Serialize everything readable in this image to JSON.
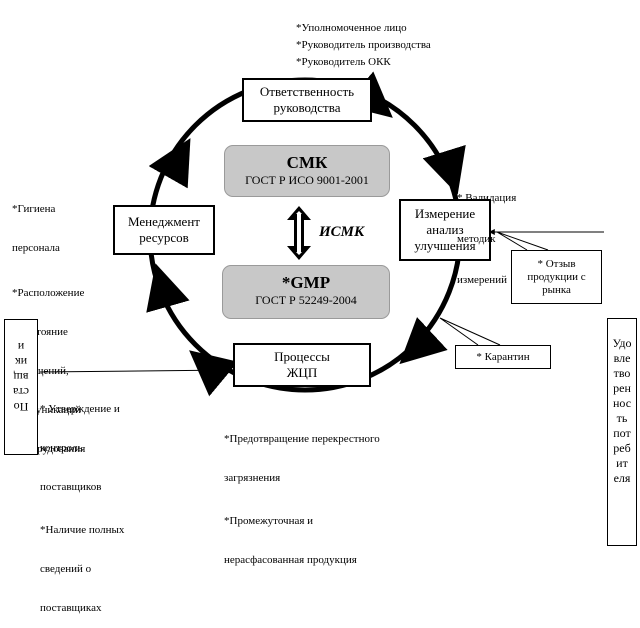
{
  "center_top": {
    "title": "СМК",
    "subtitle": "ГОСТ Р ИСО 9001-2001"
  },
  "center_bottom": {
    "title": "*GMP",
    "subtitle": "ГОСТ Р 52249-2004"
  },
  "center_label": "ИСМК",
  "boxes": {
    "top": "Ответственность руководства",
    "left": "Менеджмент ресурсов",
    "right": "Измерение анализ улучшения",
    "bottom": "Процессы ЖЦП"
  },
  "notes": {
    "top_right": [
      "*Уполномоченное лицо",
      "*Руководитель производства",
      "*Руководитель ОКК"
    ],
    "left": [
      "*Гигиена",
      "  персонала",
      "*Расположение",
      "  и состояние",
      "  помещений,",
      "  коммуникаций",
      "  и оборудования"
    ],
    "right": [
      "* Валидация",
      "  методик",
      "  измерений"
    ],
    "bottom_left": [
      "* Утверждение и",
      "  контроль",
      "  поставщиков",
      "*Наличие полных",
      "  сведений о",
      "  поставщиках"
    ],
    "bottom_center": [
      "*Предотвращение перекрестного",
      "  загрязнения",
      "*Промежуточная и",
      "  нерасфасованная продукция"
    ]
  },
  "feedback_box": "* Отзыв продукции с рынка",
  "quarantine_box": "* Карантин",
  "suppliers_box": "По\nста\nвщ\nик\nи",
  "consumers_box": "Удо\nвле\nтво\nрен\nнос\nть\nпот\nреб\nит\nеля"
}
